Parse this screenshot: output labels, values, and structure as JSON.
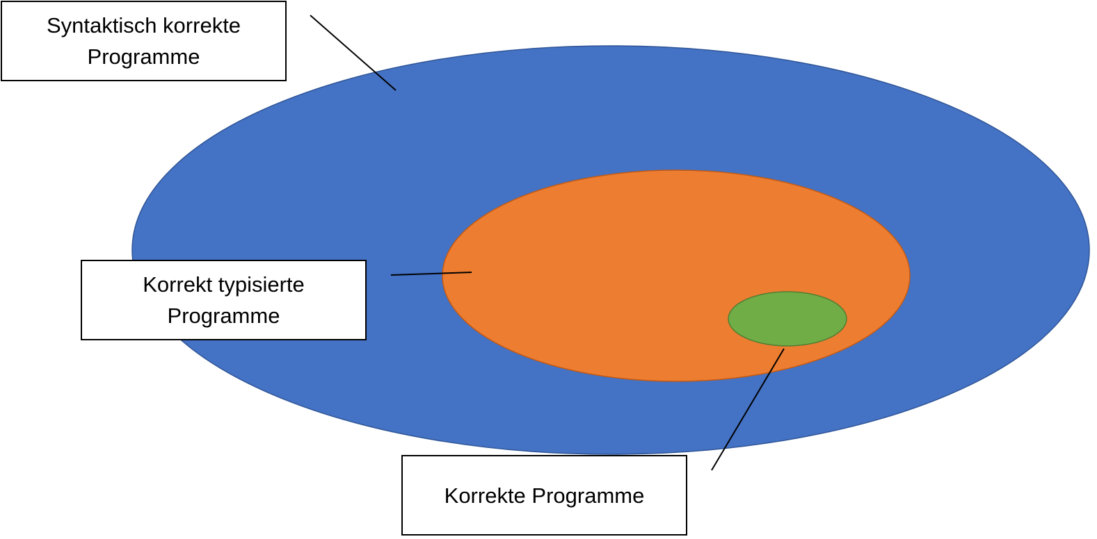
{
  "colors": {
    "outer_fill": "#4472C4",
    "outer_stroke": "#2F5597",
    "middle_fill": "#ED7D31",
    "middle_stroke": "#C55A11",
    "inner_fill": "#70AD47",
    "inner_stroke": "#507E32",
    "connector": "#000000"
  },
  "labels": {
    "syntax": {
      "line1": "Syntaktisch korrekte",
      "line2": "Programme"
    },
    "typed": {
      "line1": "Korrekt typisierte",
      "line2": "Programme"
    },
    "correct": {
      "line1": "Korrekte Programme"
    }
  }
}
